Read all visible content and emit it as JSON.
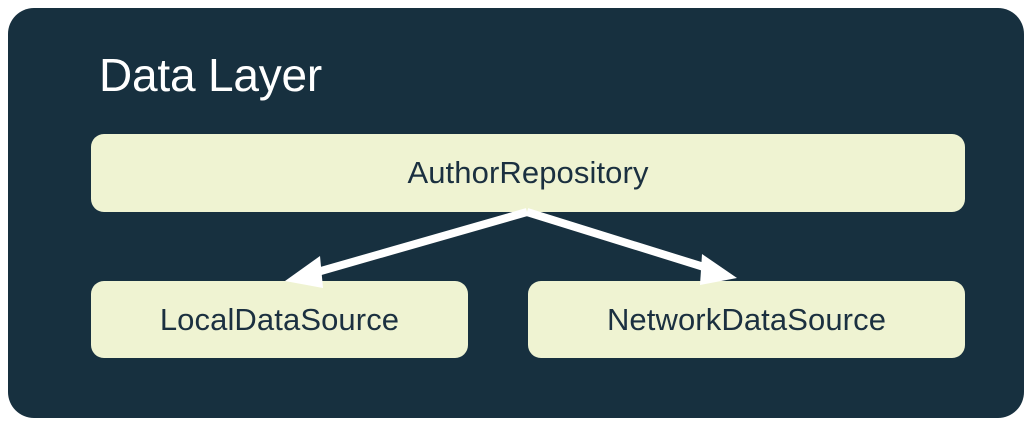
{
  "diagram": {
    "type": "architecture-layer-diagram",
    "background_color": "#ffffff",
    "panel": {
      "title": "Data Layer",
      "background_color": "#17303f",
      "title_color": "#ffffff"
    },
    "node_style": {
      "fill_color": "#eff3d2",
      "text_color": "#1b3040"
    },
    "arrow_color": "#ffffff",
    "nodes": [
      {
        "id": "repository",
        "label": "AuthorRepository",
        "role": "repository"
      },
      {
        "id": "local",
        "label": "LocalDataSource",
        "role": "data-source"
      },
      {
        "id": "network",
        "label": "NetworkDataSource",
        "role": "data-source"
      }
    ],
    "edges": [
      {
        "from": "repository",
        "to": "local",
        "style": "arrow"
      },
      {
        "from": "repository",
        "to": "network",
        "style": "arrow"
      }
    ]
  }
}
